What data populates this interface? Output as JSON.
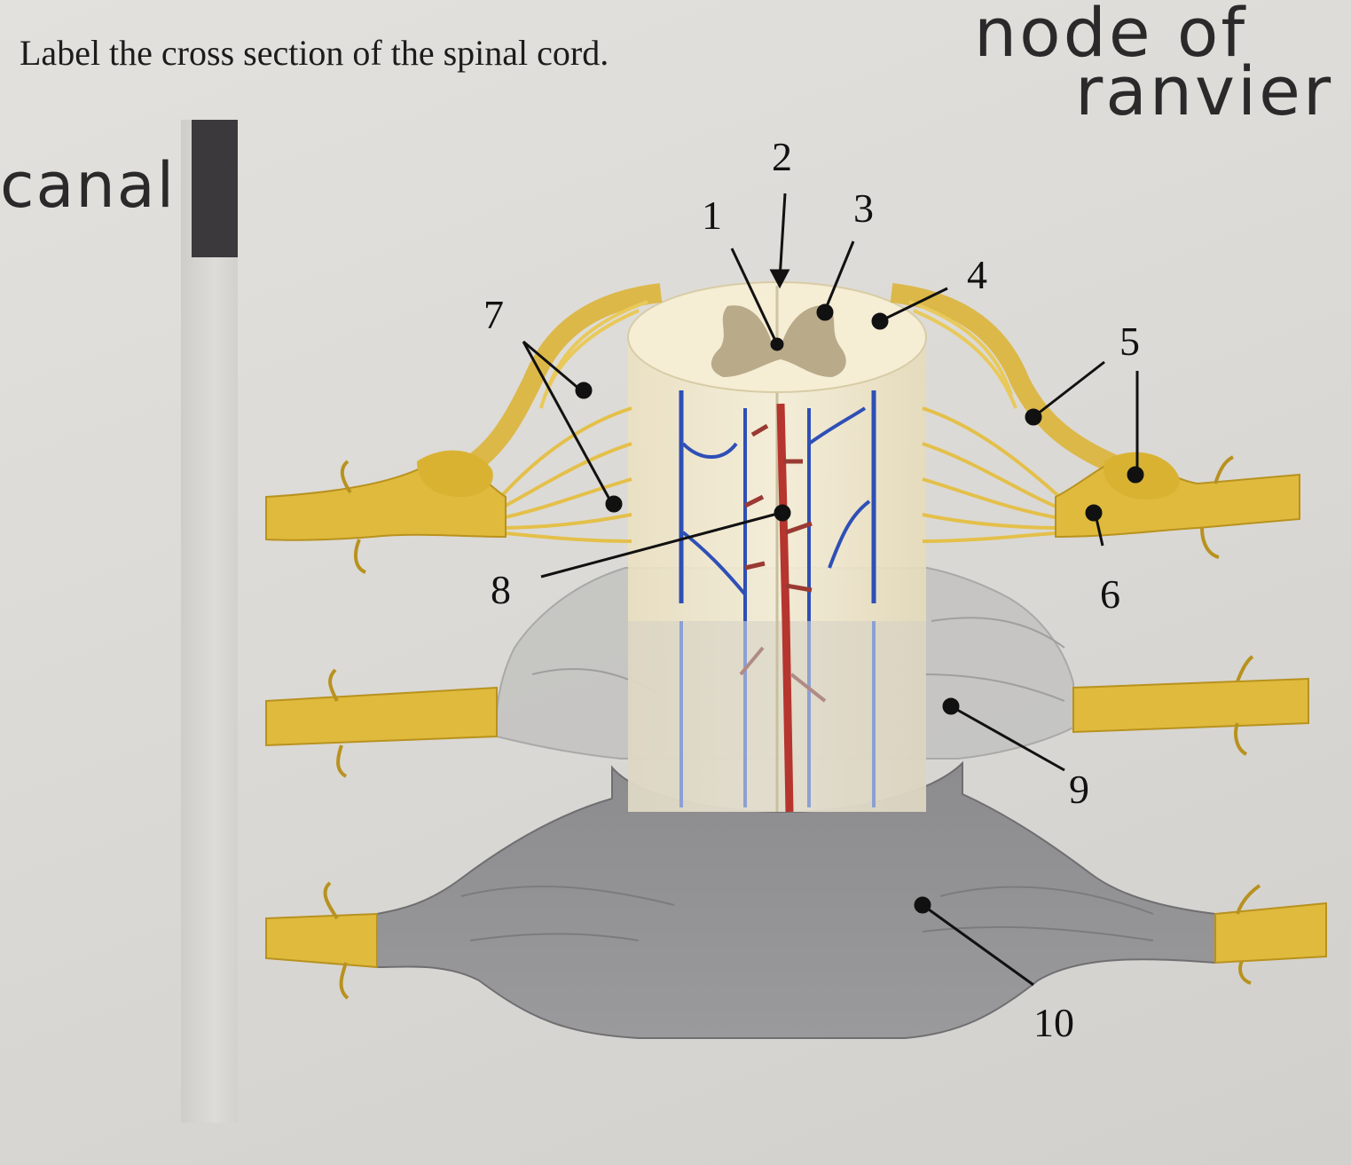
{
  "question": "Label the cross section of the spinal cord.",
  "handwriting": {
    "left_note": "canal",
    "right_note_line1": "node of",
    "right_note_line2": "ranvier"
  },
  "labels": [
    "1",
    "2",
    "3",
    "4",
    "5",
    "6",
    "7",
    "8",
    "9",
    "10"
  ],
  "colors": {
    "nerve": "#e0bb3d",
    "nerve_dark": "#c49a22",
    "cord": "#f3ead0",
    "gray_matter": "#b7a889",
    "vein": "#2e4fb6",
    "artery": "#b6352e",
    "arachnoid": "#c4c4c2",
    "dura": "#8f8f91"
  }
}
